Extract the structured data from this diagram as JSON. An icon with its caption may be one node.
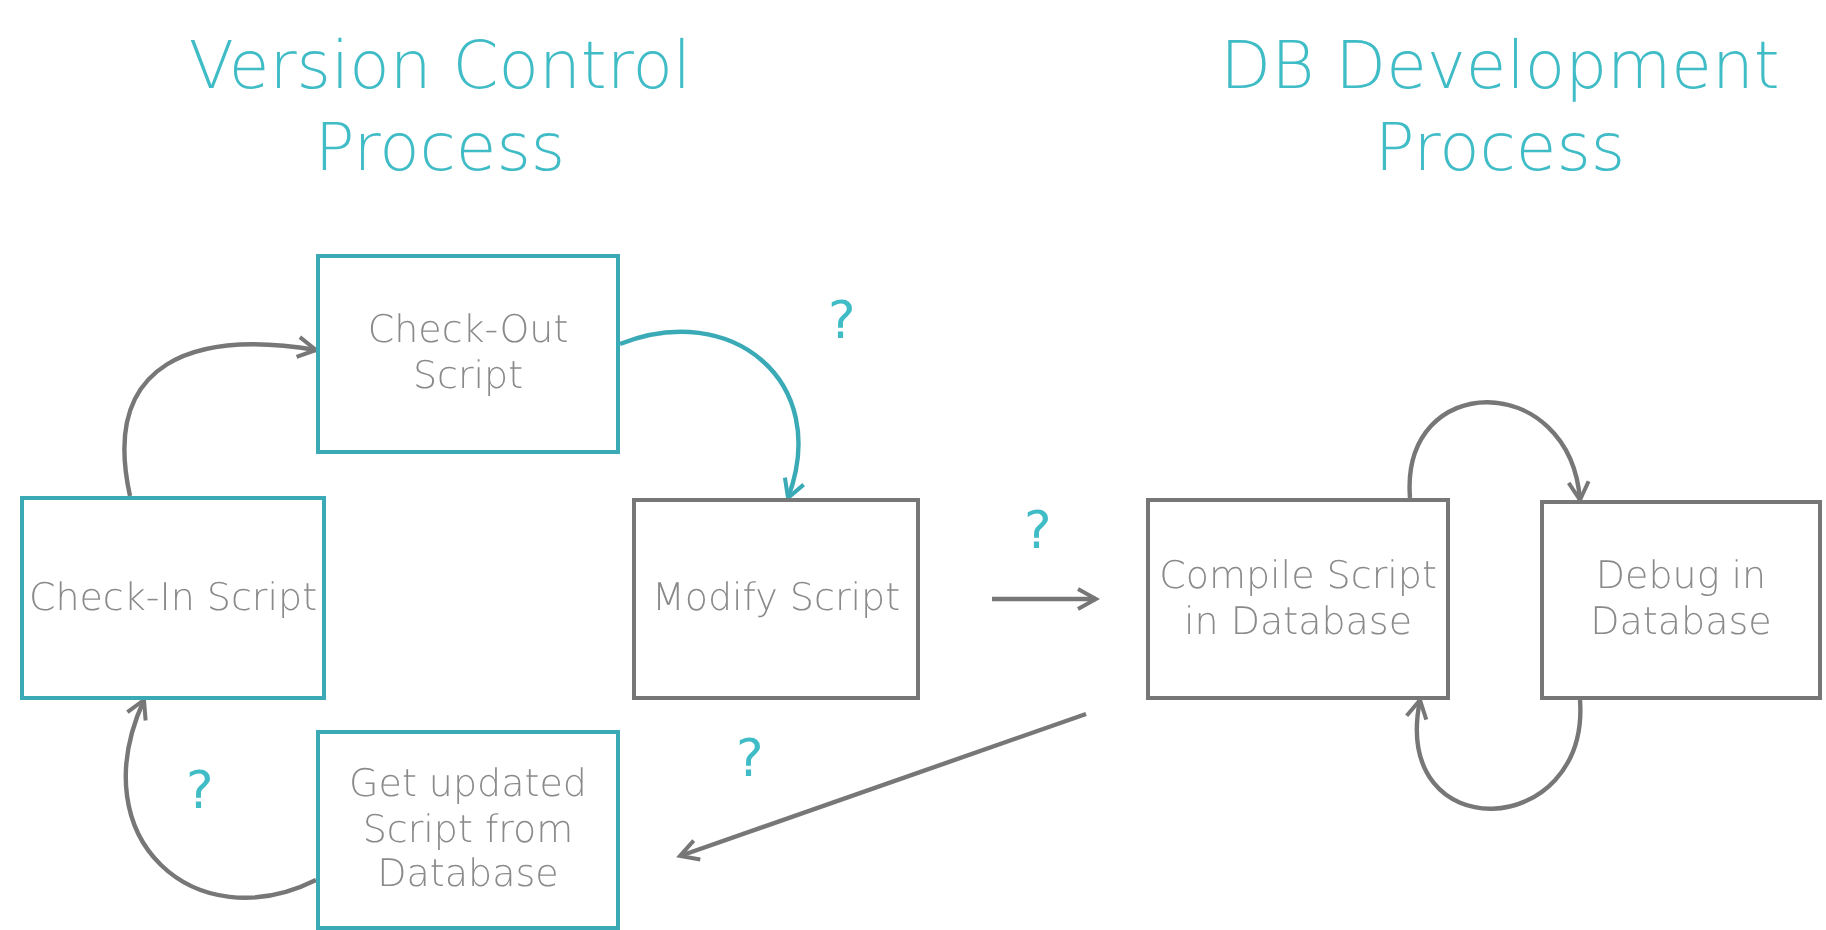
{
  "diagram": {
    "nodes": [
      {
        "text": [
          "Check-Out Script"
        ]
      },
      {
        "text": [
          "Check-In Script"
        ]
      },
      {
        "text": [
          "Modify Script"
        ]
      },
      {
        "text": [
          "Get updated Script from Database"
        ]
      },
      {
        "text": [
          "Compile Script in Database"
        ]
      },
      {
        "text": [
          "Debug in Database"
        ]
      }
    ],
    "edges": [
      {
        "from": 1,
        "to": 0,
        "arrow": "to"
      },
      {
        "from": 0,
        "to": 2,
        "arrow": "to",
        "label": "?",
        "color": "#3aaab6"
      },
      {
        "from": 2,
        "to": 4,
        "arrow": "to",
        "label": "?"
      },
      {
        "from": 4,
        "to": 3,
        "arrow": "to",
        "label": "?"
      },
      {
        "from": 3,
        "to": 1,
        "arrow": "to",
        "label": "?"
      },
      {
        "from": 4,
        "to": 5,
        "arrow": "to"
      },
      {
        "from": 5,
        "to": 4,
        "arrow": "to"
      }
    ],
    "labels": [
      "Version Control Process",
      "DB Development Process"
    ]
  }
}
